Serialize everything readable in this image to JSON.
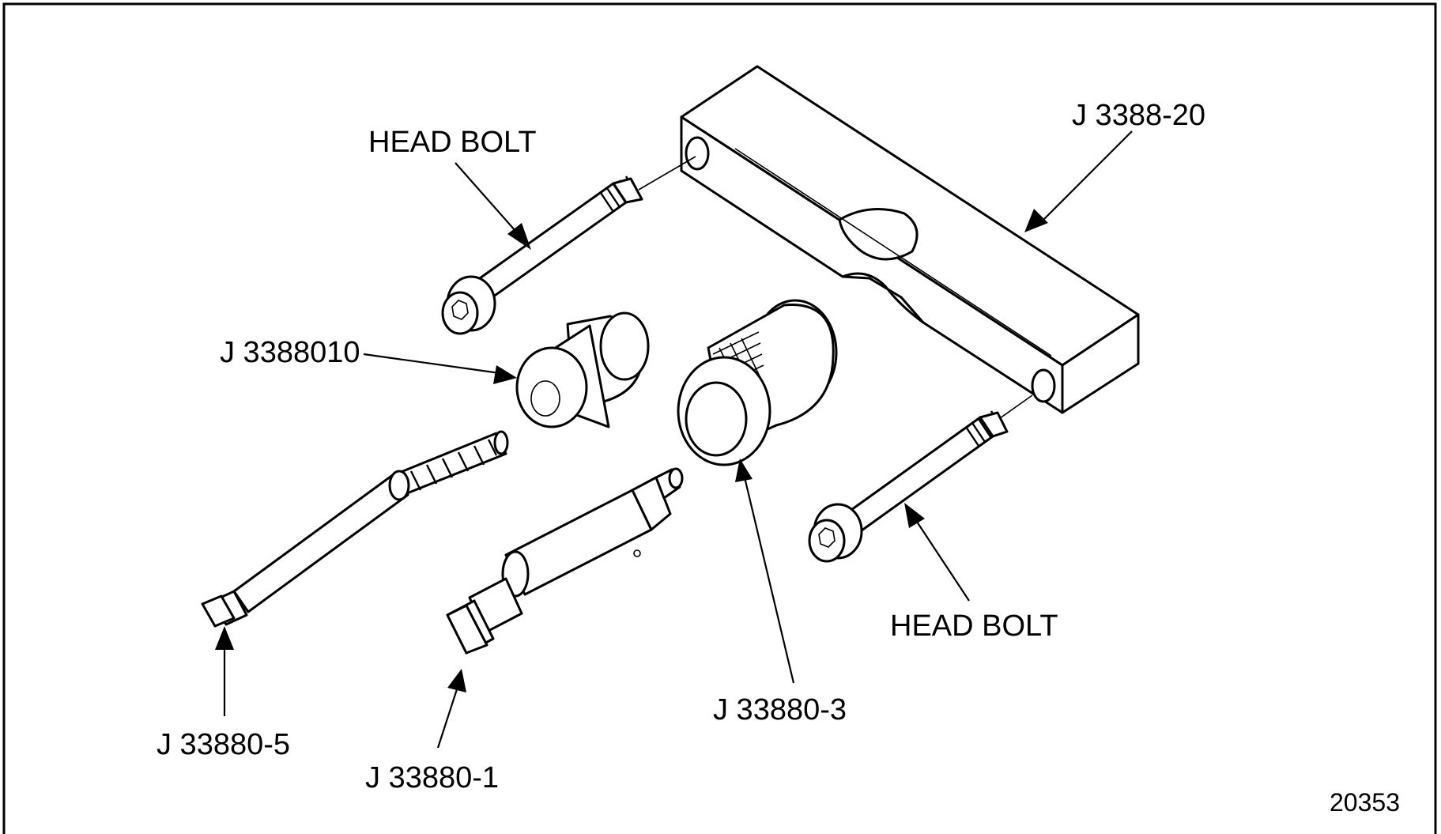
{
  "labels": {
    "head_bolt_top": "HEAD BOLT",
    "head_bolt_bottom": "HEAD BOLT",
    "j3388_20": "J 3388-20",
    "j3388010": "J 3388010",
    "j33880_5": "J 33880-5",
    "j33880_1": "J 33880-1",
    "j33880_3": "J 33880-3"
  },
  "figure_number": "20353"
}
